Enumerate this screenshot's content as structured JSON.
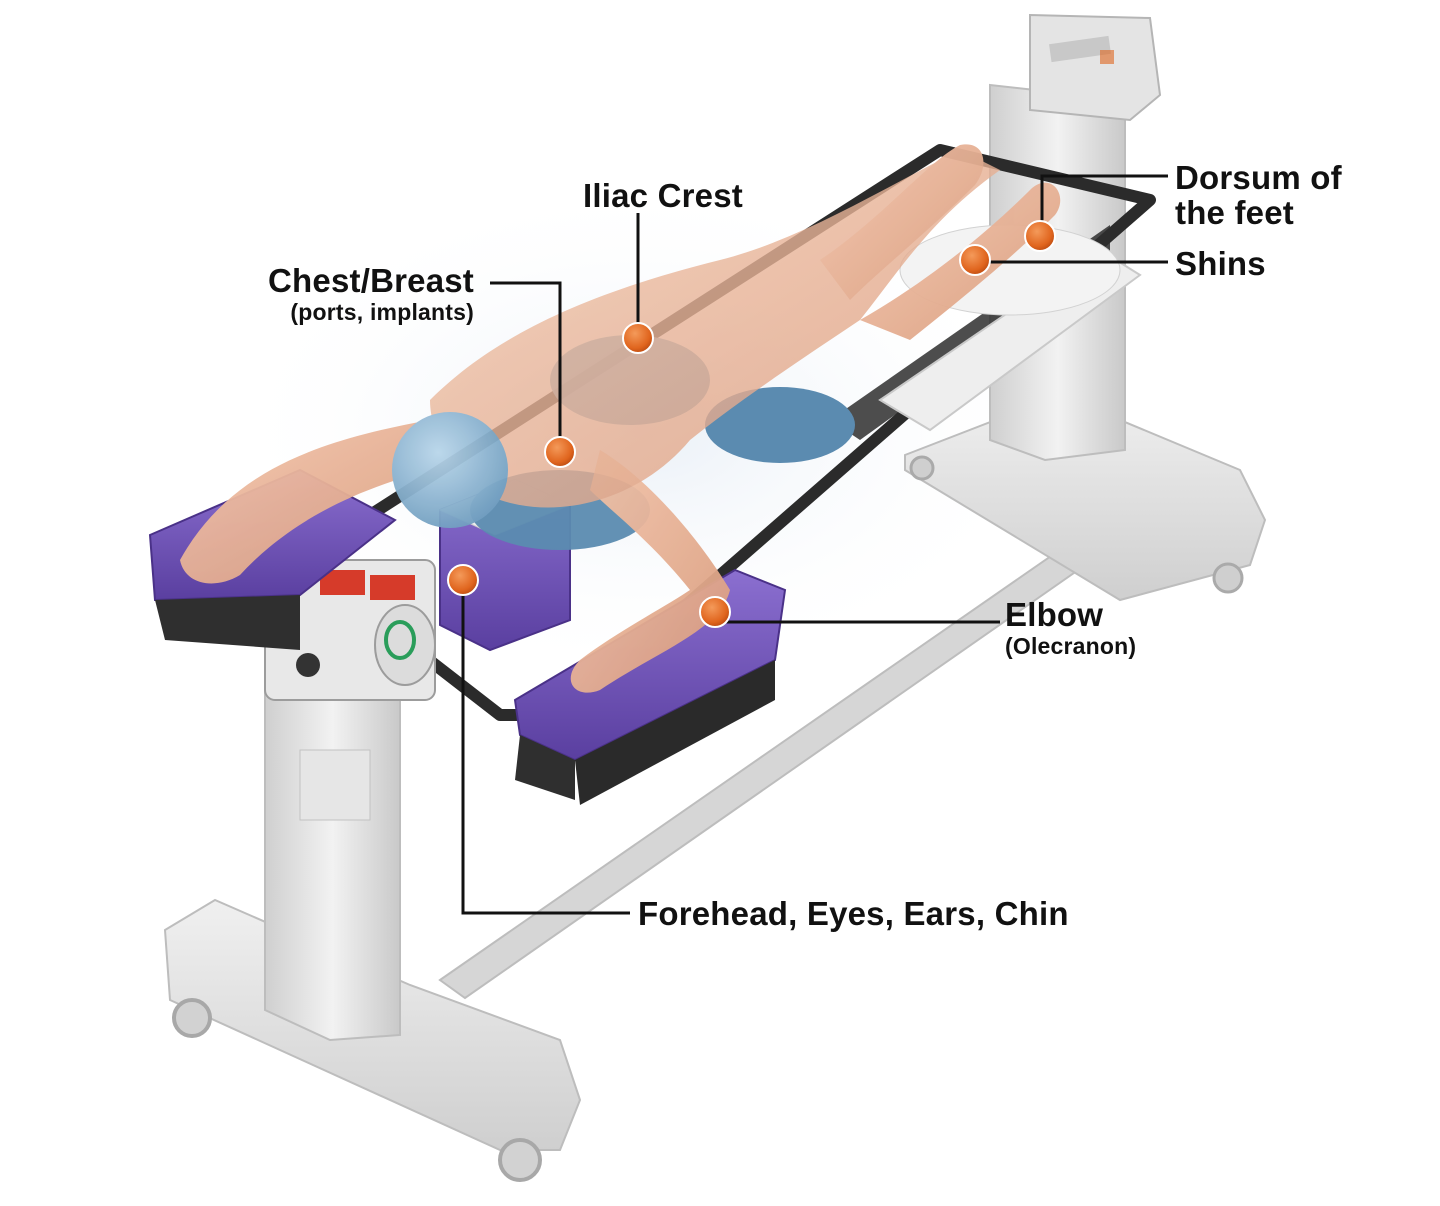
{
  "colors": {
    "marker": "#e0651e",
    "line": "#111111",
    "pad_purple": "#6f4fb6",
    "skin": "#e9b79b",
    "table_frame": "#2b2b2b",
    "table_column": "#dedede"
  },
  "labels": {
    "chest": {
      "title": "Chest/Breast",
      "note": "(ports, implants)"
    },
    "iliac": {
      "title": "Iliac Crest"
    },
    "dorsum": {
      "title": "Dorsum of\nthe feet"
    },
    "shins": {
      "title": "Shins"
    },
    "elbow": {
      "title": "Elbow",
      "note": "(Olecranon)"
    },
    "forehead": {
      "title": "Forehead, Eyes, Ears, Chin"
    }
  },
  "illustration": {
    "subject": "prone patient on surgical frame table",
    "icons": [
      "pressure-point-marker",
      "head-pillow",
      "arm-board",
      "leg-sling",
      "table-column"
    ]
  }
}
